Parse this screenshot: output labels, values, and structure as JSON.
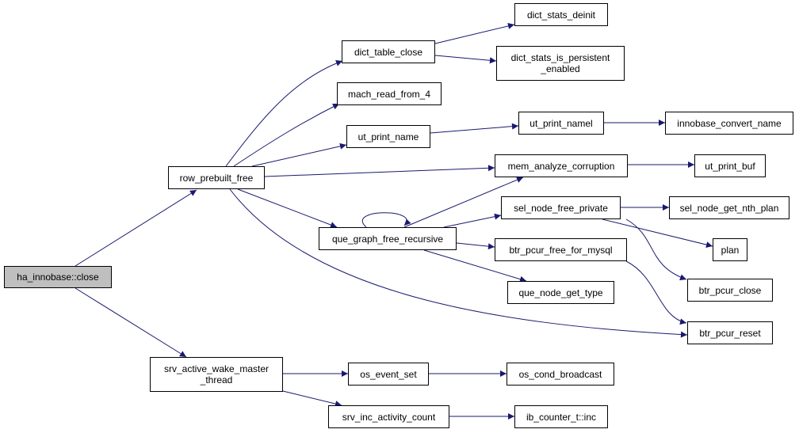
{
  "graph": {
    "edge_color": "#191970",
    "root_fill": "#bfbfbf",
    "node_fill": "#ffffff",
    "nodes": {
      "ha_innobase_close": "ha_innobase::close",
      "row_prebuilt_free": "row_prebuilt_free",
      "srv_active_wake_master_thread": "srv_active_wake_master\n_thread",
      "dict_table_close": "dict_table_close",
      "mach_read_from_4": "mach_read_from_4",
      "ut_print_name": "ut_print_name",
      "que_graph_free_recursive": "que_graph_free_recursive",
      "dict_stats_deinit": "dict_stats_deinit",
      "dict_stats_is_persistent_enabled": "dict_stats_is_persistent\n_enabled",
      "ut_print_namel": "ut_print_namel",
      "innobase_convert_name": "innobase_convert_name",
      "mem_analyze_corruption": "mem_analyze_corruption",
      "ut_print_buf": "ut_print_buf",
      "sel_node_free_private": "sel_node_free_private",
      "sel_node_get_nth_plan": "sel_node_get_nth_plan",
      "plan": "plan",
      "btr_pcur_free_for_mysql": "btr_pcur_free_for_mysql",
      "btr_pcur_close": "btr_pcur_close",
      "que_node_get_type": "que_node_get_type",
      "btr_pcur_reset": "btr_pcur_reset",
      "os_event_set": "os_event_set",
      "os_cond_broadcast": "os_cond_broadcast",
      "srv_inc_activity_count": "srv_inc_activity_count",
      "ib_counter_t_inc": "ib_counter_t::inc"
    }
  }
}
